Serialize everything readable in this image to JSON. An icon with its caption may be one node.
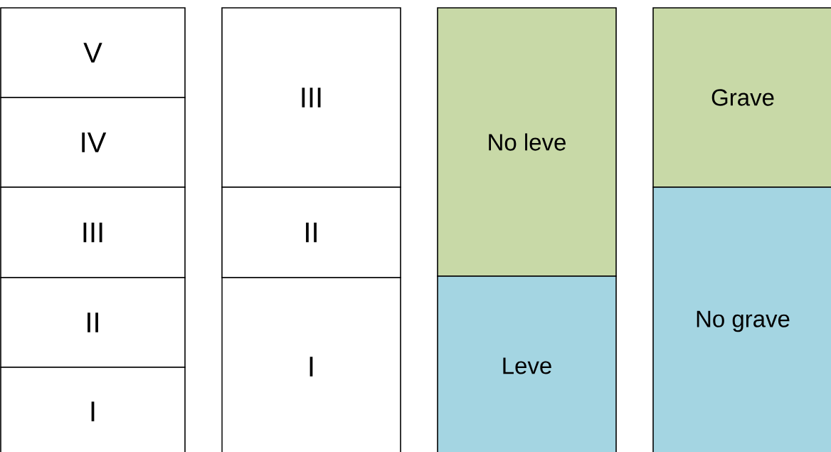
{
  "diagram": {
    "nodes": [
      {
        "text": [
          "V"
        ]
      },
      {
        "text": [
          "IV"
        ]
      },
      {
        "text": [
          "III"
        ]
      },
      {
        "text": [
          "II"
        ]
      },
      {
        "text": [
          "I"
        ]
      },
      {
        "text": [
          "III"
        ]
      },
      {
        "text": [
          "II"
        ]
      },
      {
        "text": [
          "I"
        ]
      },
      {
        "text": [
          "No leve"
        ]
      },
      {
        "text": [
          "Leve"
        ]
      },
      {
        "text": [
          "Grave"
        ]
      },
      {
        "text": [
          "No grave"
        ]
      }
    ]
  }
}
